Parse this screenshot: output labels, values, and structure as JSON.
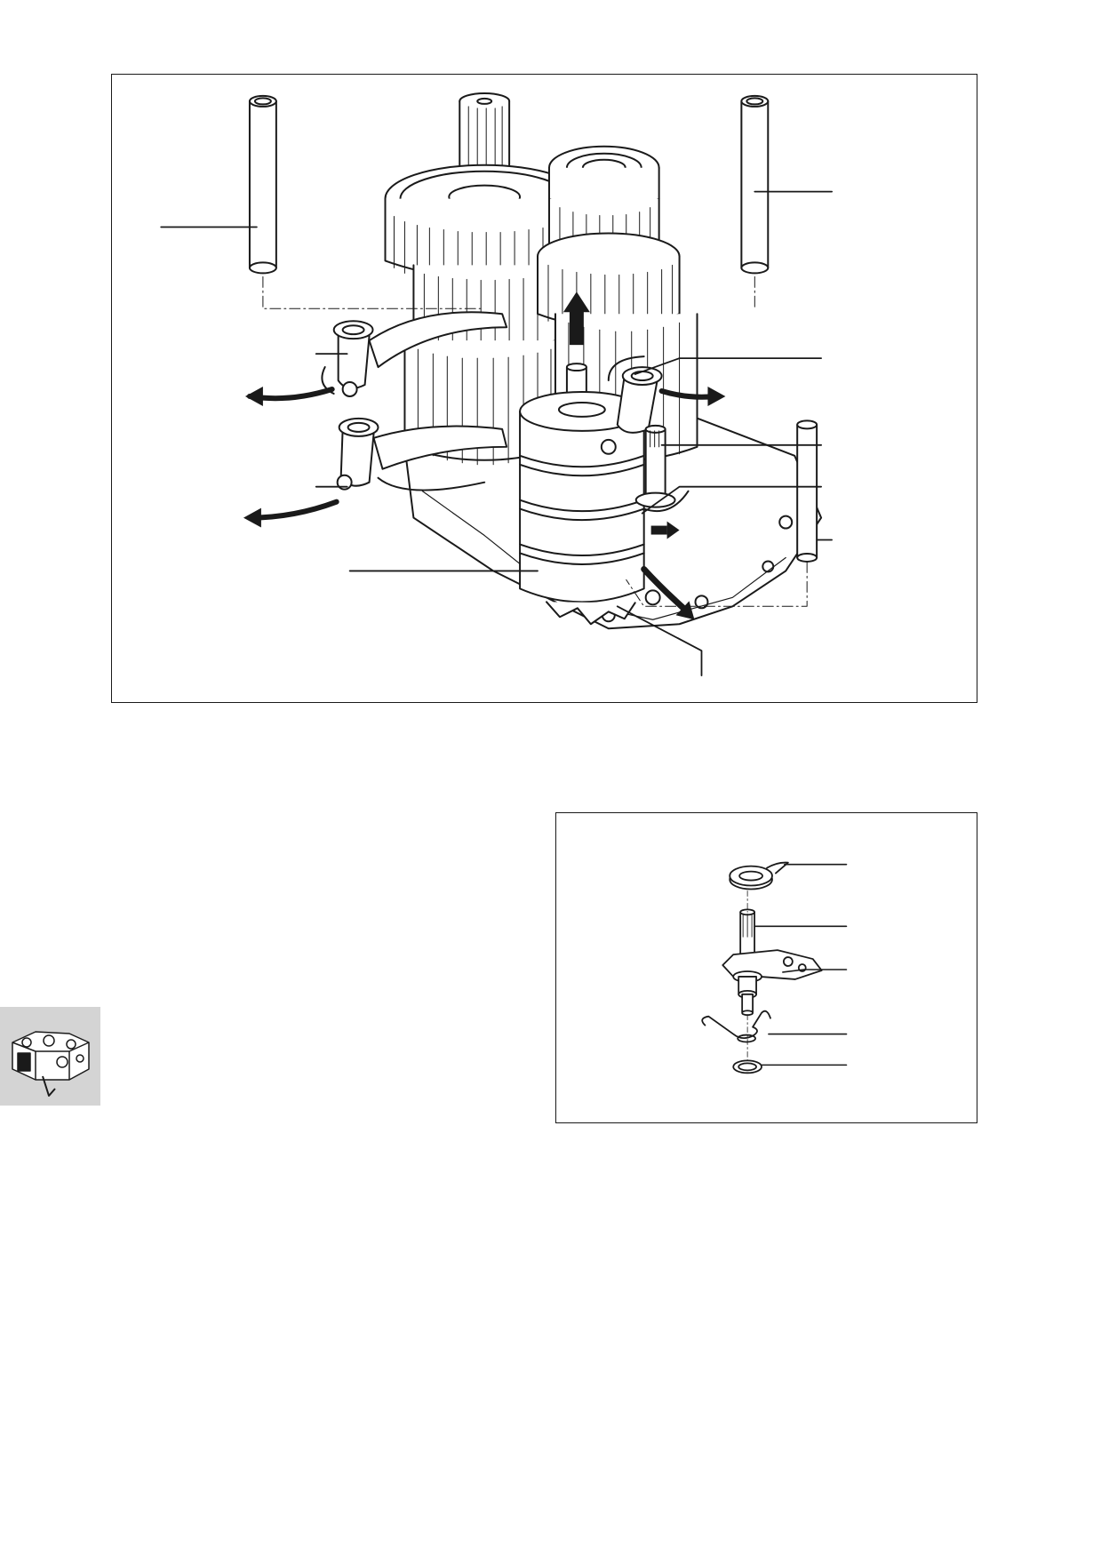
{
  "page": {
    "background": "#ffffff",
    "line_color": "#1a1a1a",
    "tab_color": "#d4d4d4"
  },
  "figures": {
    "main": {
      "subject": "transmission-gear-cluster-exploded",
      "callout_count": 11
    },
    "detail": {
      "subject": "shift-shaft-exploded",
      "callout_count": 5
    }
  },
  "section_tab": {
    "icon": "gearbox-icon"
  }
}
